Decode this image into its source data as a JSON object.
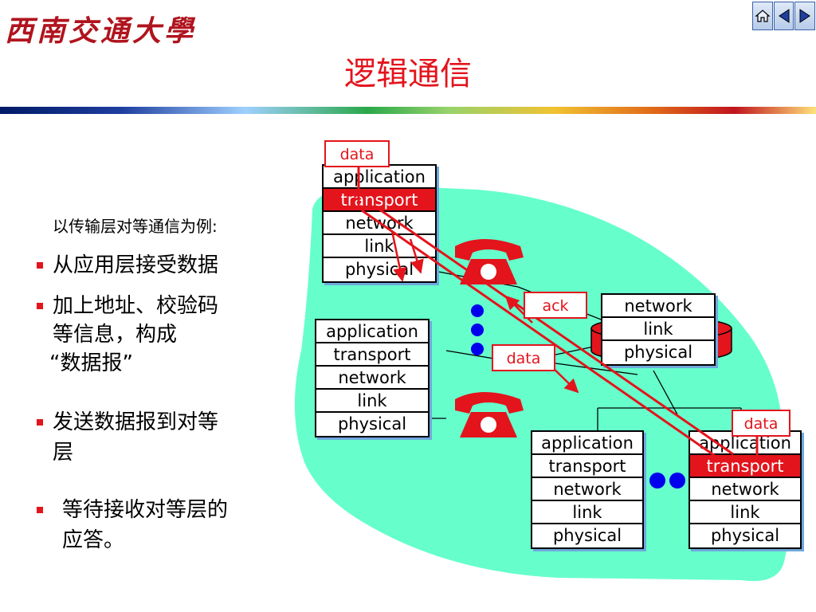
{
  "header": {
    "logo_text": "西南交通大學",
    "title": "逻辑通信",
    "nav": {
      "home_icon": "home-icon",
      "prev_icon": "triangle-left-icon",
      "next_icon": "triangle-right-icon"
    }
  },
  "text": {
    "intro": "以传输层对等通信为例:",
    "bullets": [
      {
        "lines": [
          "从应用层接受数据"
        ]
      },
      {
        "lines": [
          "加上地址、校验码",
          "等信息，构成",
          "“数据报”"
        ]
      },
      {
        "lines": [
          "发送数据报到对等",
          "层"
        ]
      },
      {
        "lines": [
          "等待接收对等层的",
          "应答。"
        ]
      }
    ]
  },
  "diagram": {
    "colors": {
      "cloud": "#66ffcc",
      "accent": "#e3141c",
      "shadow": "#6fa8dc",
      "dots": "#0000ee"
    },
    "stacks": [
      {
        "id": "host-top-left",
        "layers": [
          "application",
          "transport",
          "network",
          "link",
          "physical"
        ],
        "highlight": "transport"
      },
      {
        "id": "host-left",
        "layers": [
          "application",
          "transport",
          "network",
          "link",
          "physical"
        ],
        "highlight": ""
      },
      {
        "id": "router-right",
        "layers": [
          "network",
          "link",
          "physical"
        ],
        "highlight": ""
      },
      {
        "id": "host-bottom-mid",
        "layers": [
          "application",
          "transport",
          "network",
          "link",
          "physical"
        ],
        "highlight": ""
      },
      {
        "id": "host-bottom-right",
        "layers": [
          "application",
          "transport",
          "network",
          "link",
          "physical"
        ],
        "highlight": "transport"
      }
    ],
    "tags": {
      "data_top": "data",
      "ack": "ack",
      "data_mid": "data",
      "data_right": "data"
    },
    "icons": [
      "telephone-icon",
      "telephone-icon"
    ]
  }
}
